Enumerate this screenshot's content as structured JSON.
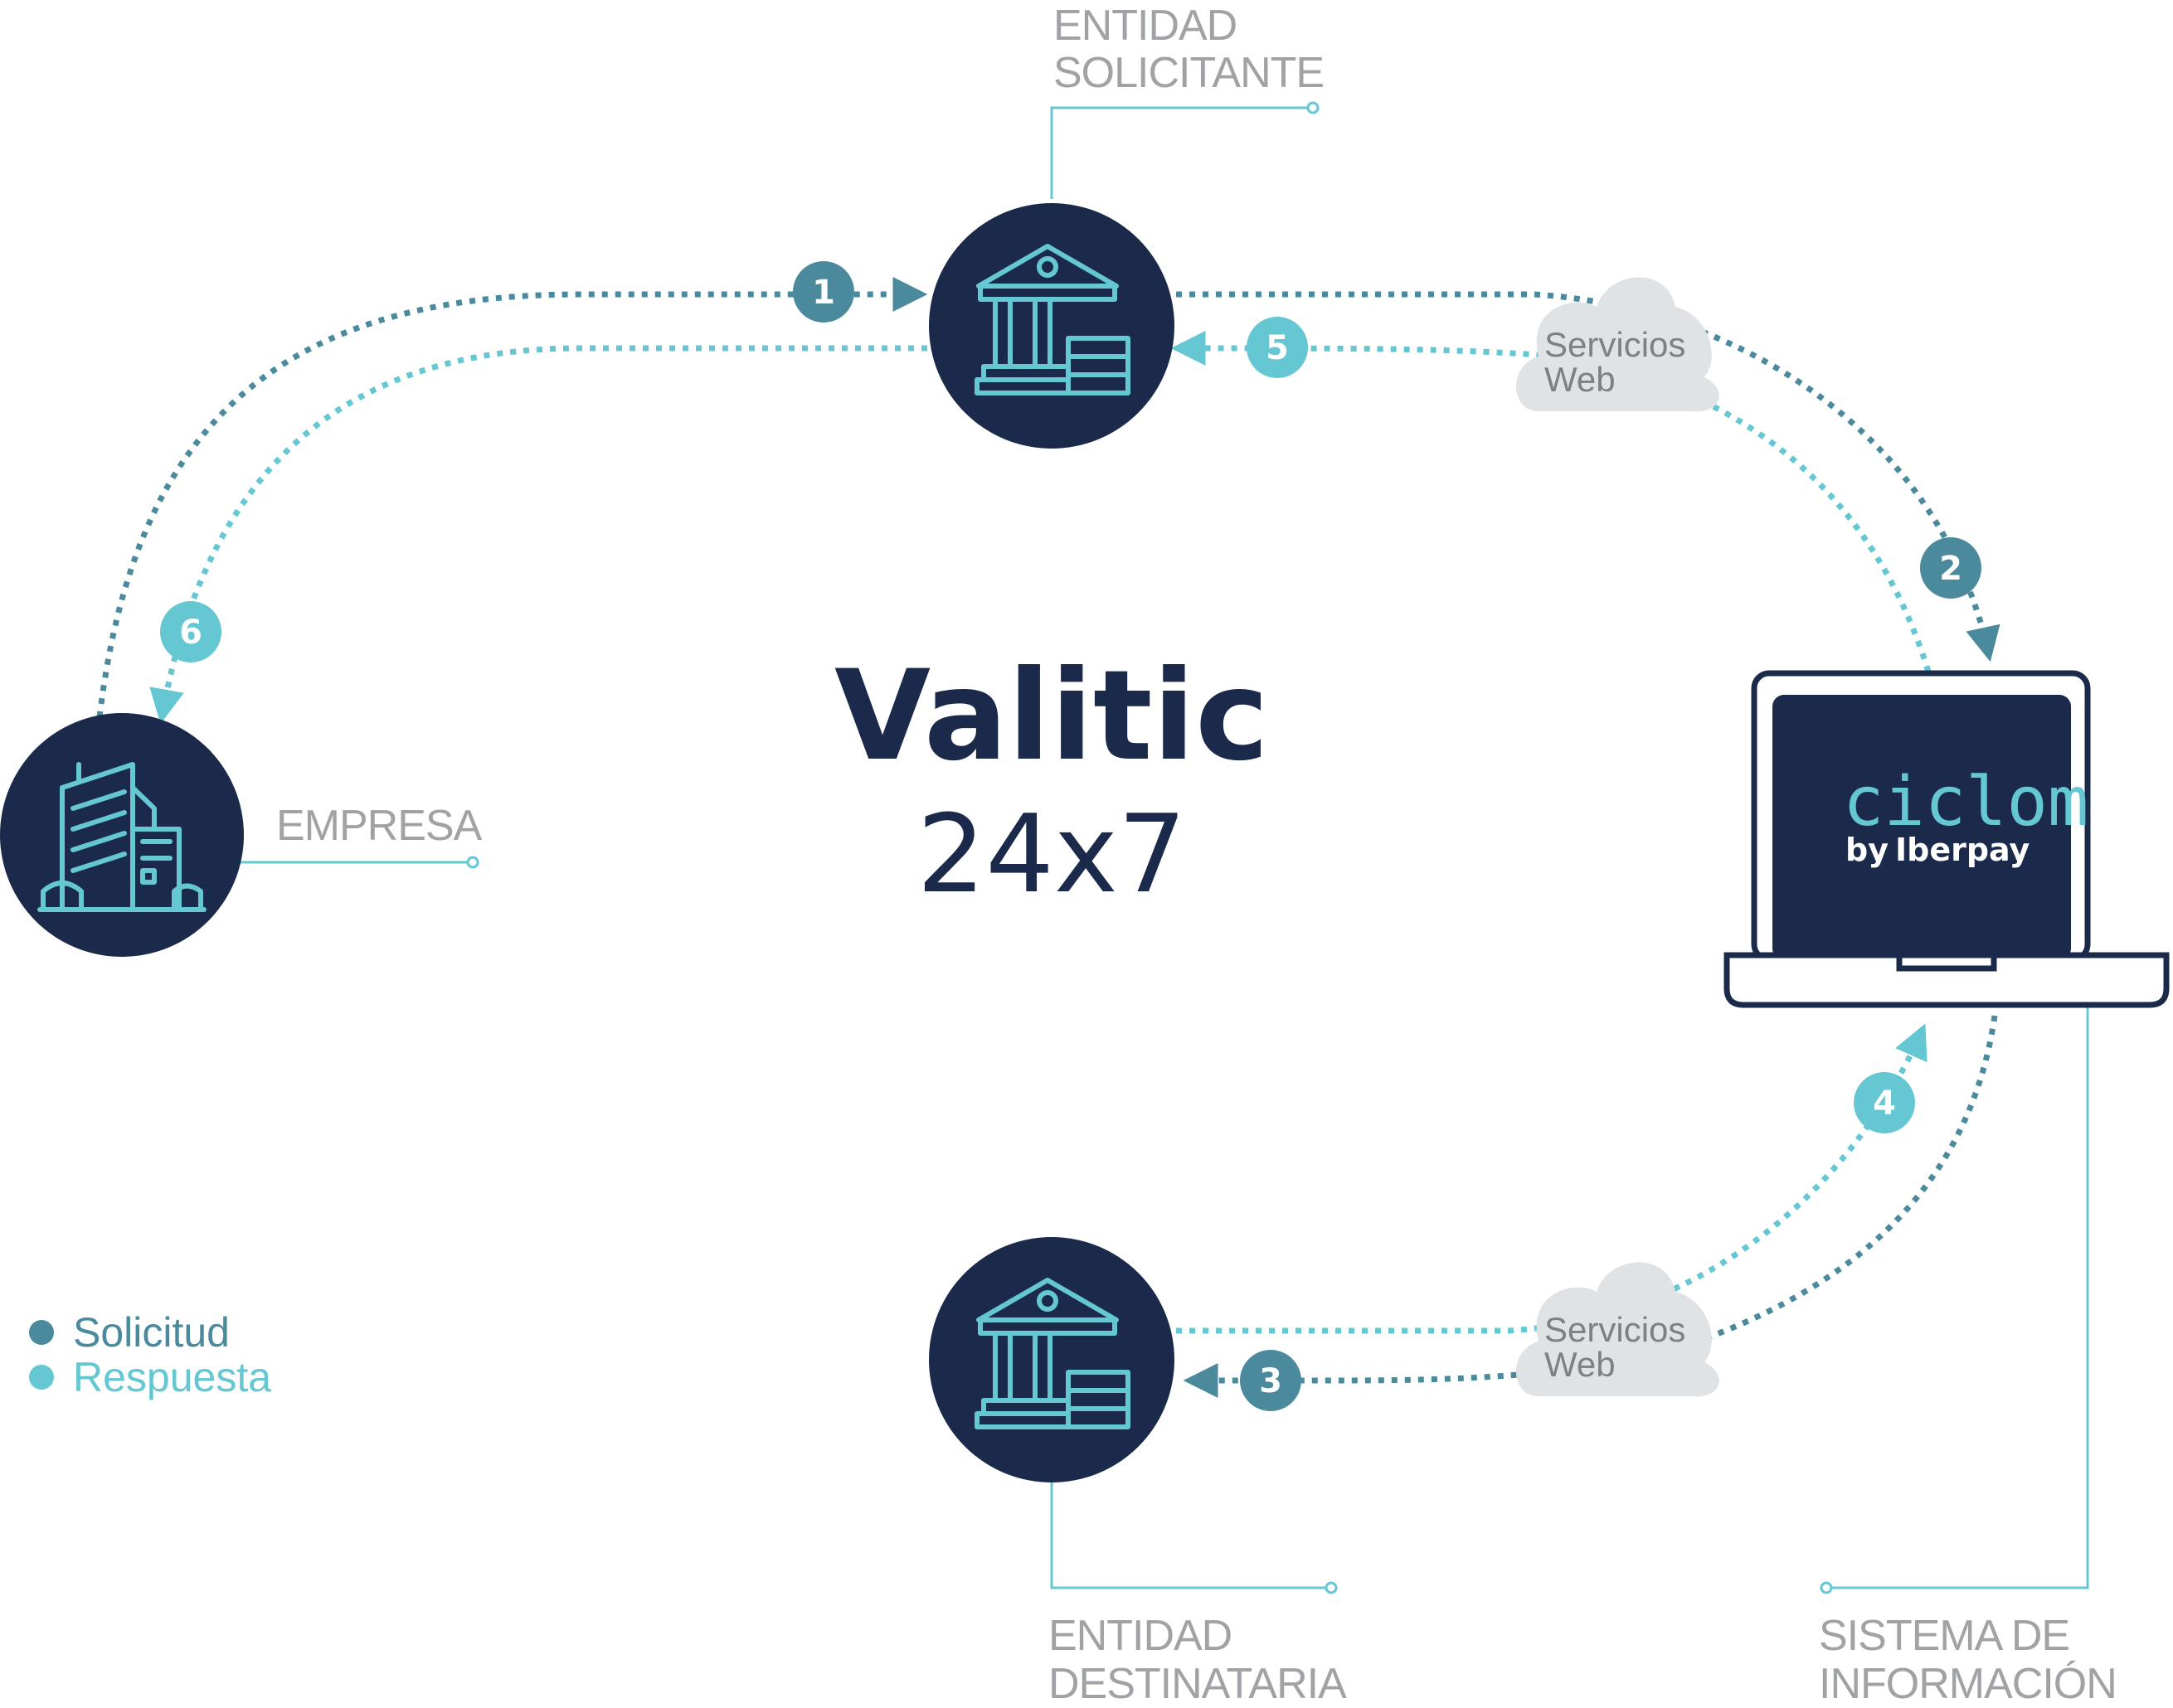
{
  "title": {
    "main": "Valitic",
    "sub": "24x7"
  },
  "nodes": {
    "entidad_solicitante": {
      "line1": "ENTIDAD",
      "line2": "SOLICITANTE"
    },
    "empresa": {
      "label": "EMPRESA"
    },
    "entidad_destinataria": {
      "line1": "ENTIDAD",
      "line2": "DESTINATARIA"
    },
    "sistema_informacion": {
      "line1": "SISTEMA DE",
      "line2": "INFORMACIÓN"
    }
  },
  "clouds": {
    "top": {
      "line1": "Servicios",
      "line2": "Web"
    },
    "bottom": {
      "line1": "Servicios",
      "line2": "Web"
    }
  },
  "laptop": {
    "brand": "ciclom",
    "by": "by",
    "brand_sub": "Iberpay"
  },
  "steps": [
    {
      "num": "1",
      "type": "solicitud"
    },
    {
      "num": "2",
      "type": "solicitud"
    },
    {
      "num": "3",
      "type": "solicitud"
    },
    {
      "num": "4",
      "type": "respuesta"
    },
    {
      "num": "5",
      "type": "respuesta"
    },
    {
      "num": "6",
      "type": "respuesta"
    }
  ],
  "legend": {
    "solicitud": {
      "label": "Solicitud",
      "color": "#4a8a9c"
    },
    "respuesta": {
      "label": "Respuesta",
      "color": "#65c7d2"
    }
  },
  "colors": {
    "navy": "#1b2a4a",
    "teal_dark": "#4a8a9c",
    "teal_light": "#65c7d2",
    "label_gray": "#a0a2a5",
    "cloud": "#dfe3e5"
  }
}
